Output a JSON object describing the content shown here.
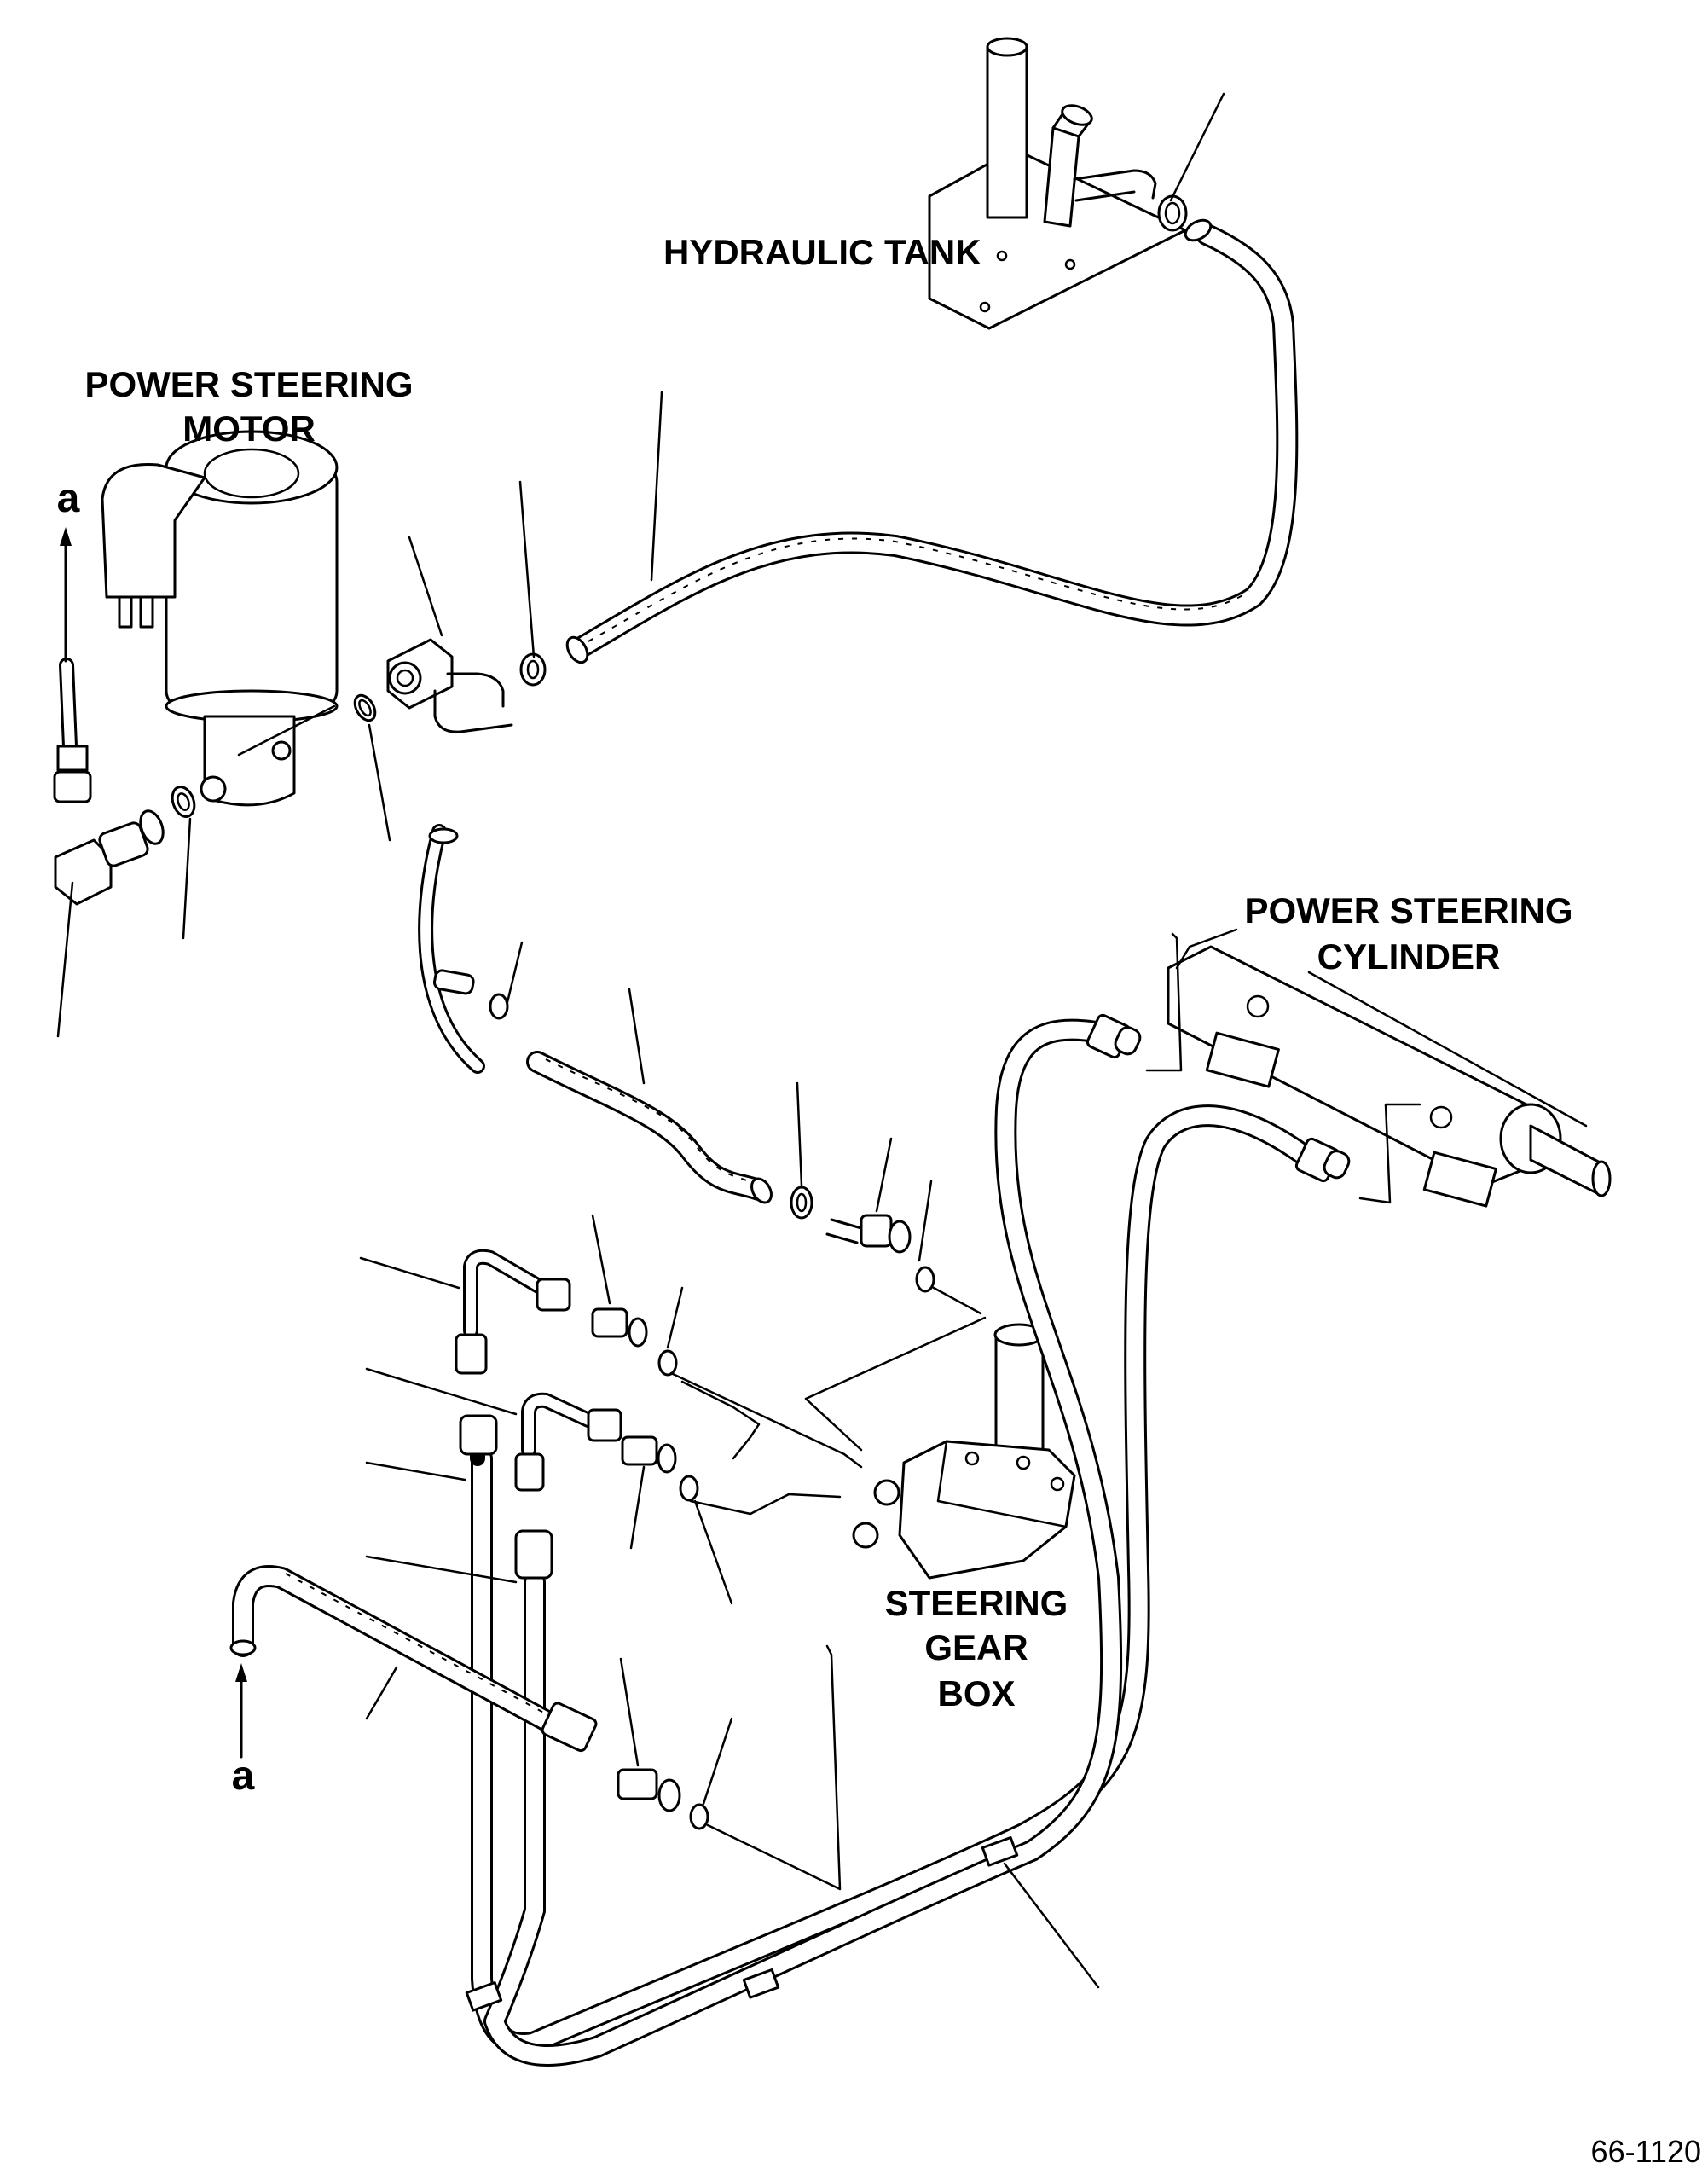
{
  "labels": {
    "hydraulic_tank": "HYDRAULIC TANK",
    "power_steering_motor_line1": "POWER STEERING",
    "power_steering_motor_line2": "MOTOR",
    "power_steering_cylinder_line1": "POWER STEERING",
    "power_steering_cylinder_line2": "CYLINDER",
    "steering_gear_box_line1": "STEERING",
    "steering_gear_box_line2": "GEAR",
    "steering_gear_box_line3": "BOX",
    "connection_ref_top": "a",
    "connection_ref_bottom": "a",
    "figure_number": "66-1120"
  }
}
